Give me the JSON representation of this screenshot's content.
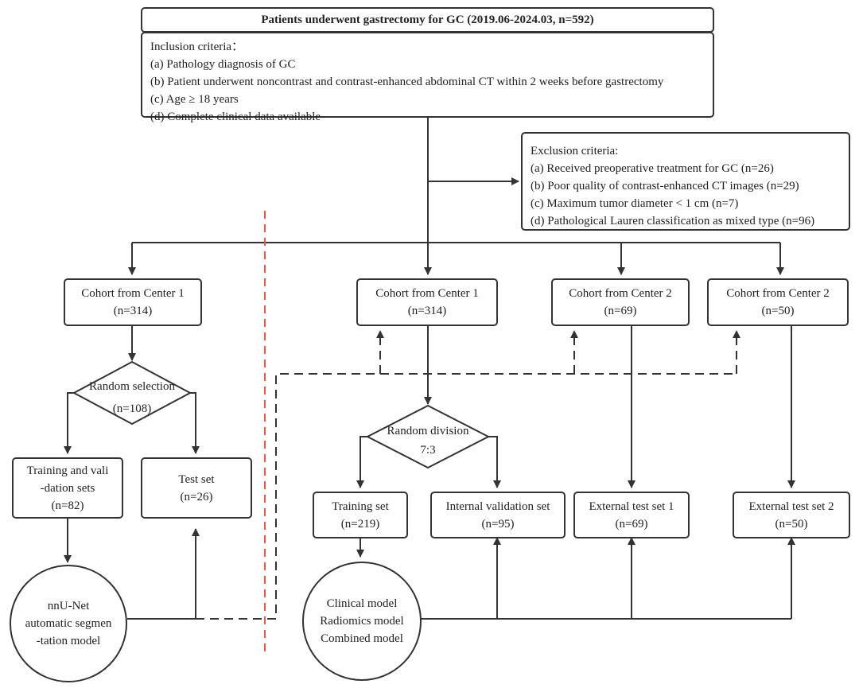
{
  "header": {
    "title": "Patients underwent gastrectomy for GC (2019.06-2024.03, n=592)"
  },
  "inclusion": {
    "heading": "Inclusion criteria：",
    "items": [
      "(a) Pathology diagnosis of GC",
      "(b) Patient underwent noncontrast and contrast-enhanced abdominal CT within 2 weeks before gastrectomy",
      "(c) Age ≥ 18 years",
      "(d) Complete clinical data available"
    ]
  },
  "exclusion": {
    "heading": "Exclusion criteria:",
    "items": [
      "(a) Received preoperative treatment for GC (n=26)",
      "(b) Poor quality of contrast-enhanced CT images (n=29)",
      "(c) Maximum tumor diameter < 1 cm (n=7)",
      "(d) Pathological Lauren classification as mixed type (n=96)"
    ]
  },
  "left": {
    "cohort": {
      "line1": "Cohort from Center 1",
      "line2": "(n=314)"
    },
    "selection": {
      "line1": "Random selection",
      "line2": "(n=108)"
    },
    "train": {
      "line1": "Training and vali",
      "line2": "-dation sets",
      "line3": "(n=82)"
    },
    "test": {
      "line1": "Test set",
      "line2": "(n=26)"
    },
    "model": {
      "line1": "nnU-Net",
      "line2": "automatic segmen",
      "line3": "-tation model"
    }
  },
  "right": {
    "cohort1": {
      "line1": "Cohort from Center 1",
      "line2": "(n=314)"
    },
    "cohort2a": {
      "line1": "Cohort from Center 2",
      "line2": "(n=69)"
    },
    "cohort2b": {
      "line1": "Cohort from Center 2",
      "line2": "(n=50)"
    },
    "division": {
      "line1": "Random division",
      "line2": "7:3"
    },
    "train": {
      "line1": "Training set",
      "line2": "(n=219)"
    },
    "internal": {
      "line1": "Internal validation set",
      "line2": "(n=95)"
    },
    "ext1": {
      "line1": "External test set 1",
      "line2": "(n=69)"
    },
    "ext2": {
      "line1": "External test set 2",
      "line2": "(n=50)"
    },
    "model": {
      "line1": "Clinical model",
      "line2": "Radiomics model",
      "line3": "Combined model"
    }
  },
  "colors": {
    "line": "#333333",
    "divider": "#e05a4f"
  }
}
